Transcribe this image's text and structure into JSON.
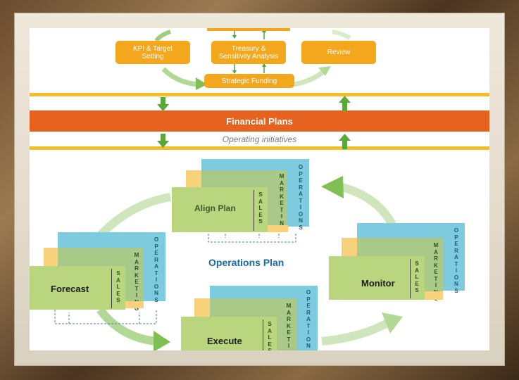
{
  "top_boxes": {
    "kpi": "KPI & Target\nSetting",
    "treasury": "Treasury &\nSensitivity Analysis",
    "review": "Review",
    "funding": "Strategic Funding"
  },
  "band_title": "Financial Plans",
  "operating_initiatives": "Operating initiatives",
  "operations_plan": "Operations Plan",
  "stack_letters": {
    "operations": [
      "O",
      "P",
      "E",
      "R",
      "A",
      "T",
      "I",
      "O",
      "N",
      "S"
    ],
    "marketing": [
      "M",
      "A",
      "R",
      "K",
      "E",
      "T",
      "I",
      "N",
      "G"
    ],
    "sales": [
      "S",
      "A",
      "L",
      "E",
      "S"
    ]
  },
  "stacks": {
    "align": "Align Plan",
    "forecast": "Forecast",
    "monitor": "Monitor",
    "execute": "Execute"
  },
  "colors": {
    "orange": "#f2a71d",
    "band": "#e5621f",
    "yellow_line": "#f1bf2c",
    "green_arrow": "#5aa83a",
    "operations": "#7ecbe0",
    "marketing": "#a8c987",
    "sales": "#b9d57e"
  }
}
